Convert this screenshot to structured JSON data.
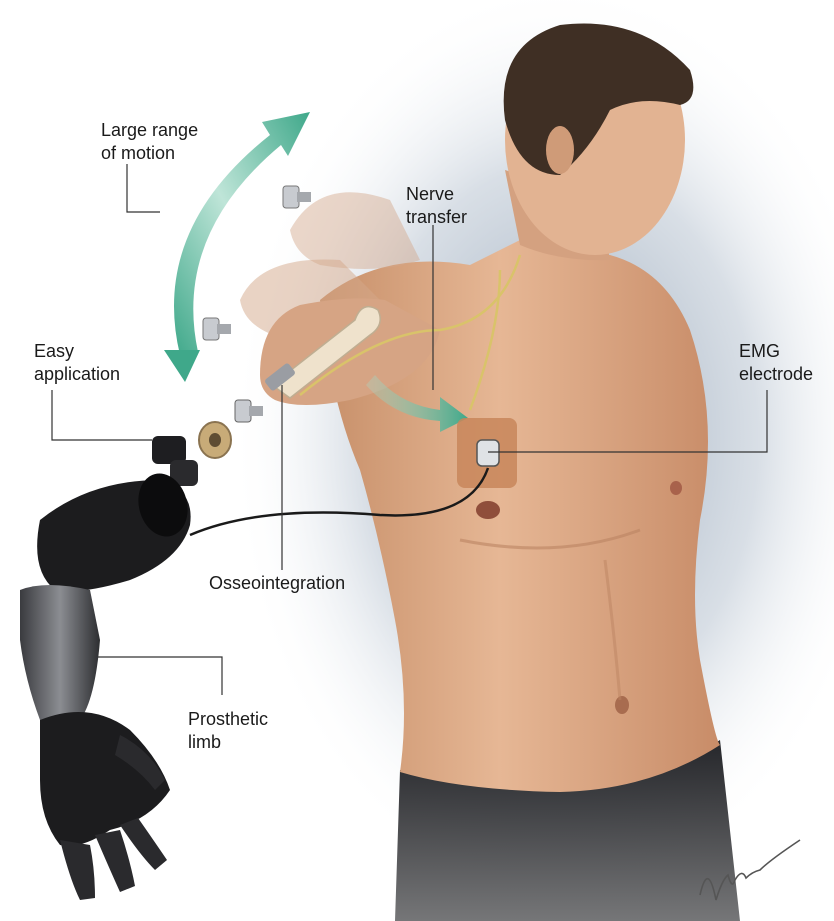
{
  "labels": {
    "range_of_motion": {
      "line1": "Large range",
      "line2": "of motion"
    },
    "nerve_transfer": {
      "line1": "Nerve",
      "line2": "transfer"
    },
    "easy_application": {
      "line1": "Easy",
      "line2": "application"
    },
    "emg_electrode": {
      "line1": "EMG",
      "line2": "electrode"
    },
    "osseointegration": {
      "line1": "Osseointegration"
    },
    "prosthetic_limb": {
      "line1": "Prosthetic",
      "line2": "limb"
    }
  },
  "signature": {
    "text": "Aron"
  },
  "colors": {
    "background_shadow": "#8fa0b4",
    "skin": "#e0b08e",
    "skin_shadow": "#b97f5c",
    "hair": "#3f2f24",
    "pants": "#1f2024",
    "arrow_green": "#3fa88a",
    "nerve_yellow": "#d9c36a",
    "prosthetic_black": "#1c1c1e",
    "electrode_pad": "#c8865a"
  }
}
